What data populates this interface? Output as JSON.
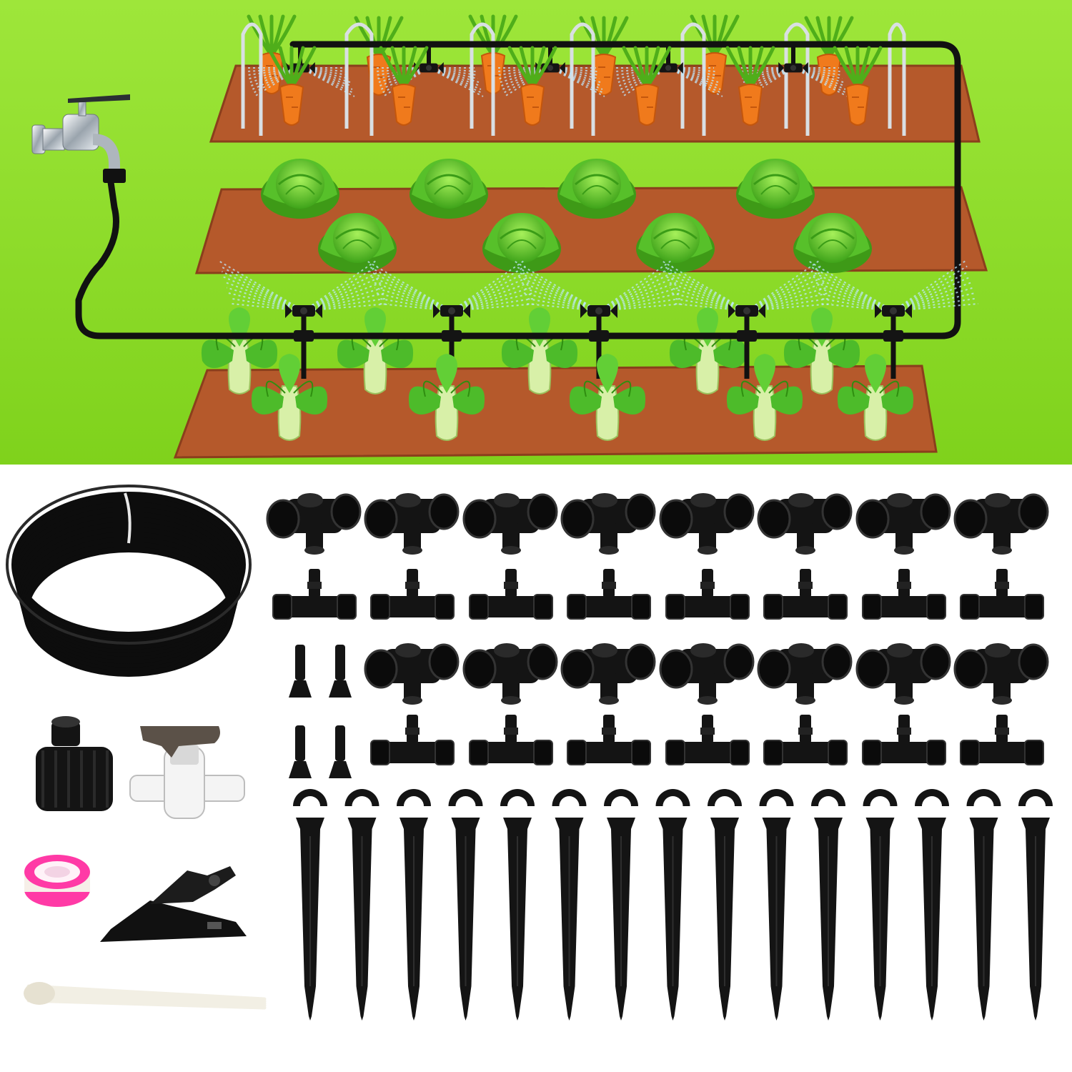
{
  "colors": {
    "grass_top": "#9ee63a",
    "grass_bottom": "#7fd21c",
    "soil": "#b5592b",
    "soil_edge": "#8a3f1c",
    "tube": "#111111",
    "spray": "#bfe9ff",
    "carrot": "#f07a1c",
    "leaf": "#4fae1a",
    "cabbage": "#6fd23a",
    "bokchoy_stem": "#d8f0a8",
    "part_black": "#141414",
    "tape_pink": "#ff3aa6",
    "ties": "#f2efe4",
    "valve_white": "#f4f4f4",
    "valve_handle": "#5b5148",
    "white_bg": "#ffffff"
  },
  "scene": {
    "bed_top_plant": "carrot",
    "bed_middle_plant": "cabbage",
    "bed_bottom_plant": "bok-choy"
  },
  "icons": {
    "faucet": "faucet-icon",
    "hose_coil": "hose-coil-icon",
    "cross_connector": "cross-connector-icon",
    "tee_connector": "tee-connector-icon",
    "stake": "stake-icon",
    "plug": "end-plug-icon",
    "tap_adapter": "tap-adapter-icon",
    "valve": "shutoff-valve-icon",
    "tape": "teflon-tape-icon",
    "cutter": "tube-cutter-icon",
    "zip_ties": "zip-ties-icon"
  }
}
